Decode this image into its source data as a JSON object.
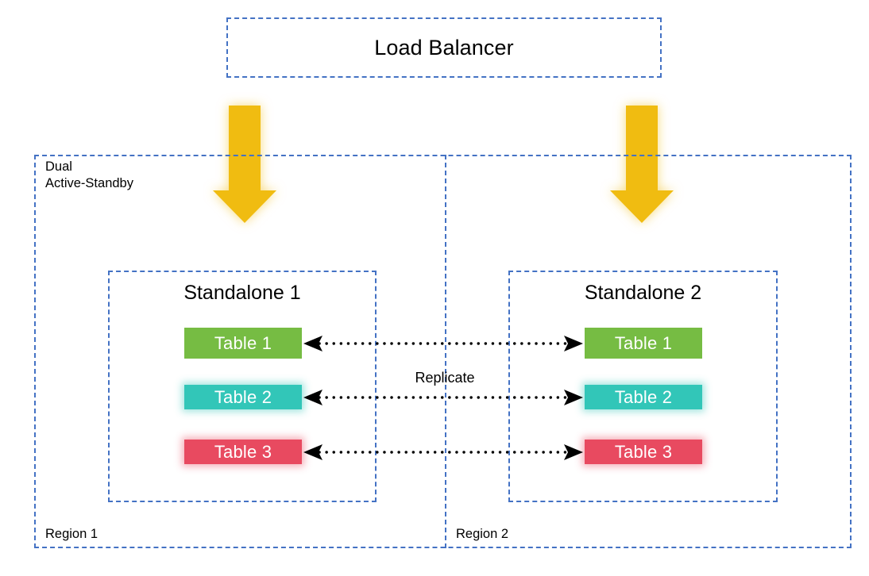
{
  "diagram": {
    "title_box": {
      "label": "Load Balancer"
    },
    "outer_region_box": {
      "label": "Dual\nActive-Standby"
    },
    "regions": [
      {
        "id": "region-1",
        "label": "Region 1"
      },
      {
        "id": "region-2",
        "label": "Region 2"
      }
    ],
    "clusters": [
      {
        "id": "standalone-1",
        "label": "Standalone 1",
        "tables": [
          {
            "label": "Table 1",
            "color": "#76bc43"
          },
          {
            "label": "Table 2",
            "color": "#32c6b8"
          },
          {
            "label": "Table 3",
            "color": "#e84a60"
          }
        ]
      },
      {
        "id": "standalone-2",
        "label": "Standalone 2",
        "tables": [
          {
            "label": "Table 1",
            "color": "#76bc43"
          },
          {
            "label": "Table 2",
            "color": "#32c6b8"
          },
          {
            "label": "Table 3",
            "color": "#e84a60"
          }
        ]
      }
    ],
    "replication": {
      "label": "Replicate",
      "direction": "bidirectional",
      "line_style": "dotted",
      "color": "#000000"
    },
    "traffic_arrows": {
      "count": 2,
      "direction": "down",
      "color": "#f0bc11"
    },
    "colors": {
      "border": "#4472c4",
      "arrow": "#f0bc11",
      "table_1": "#76bc43",
      "table_2": "#32c6b8",
      "table_3": "#e84a60",
      "text": "#000000",
      "background": "#ffffff"
    }
  }
}
